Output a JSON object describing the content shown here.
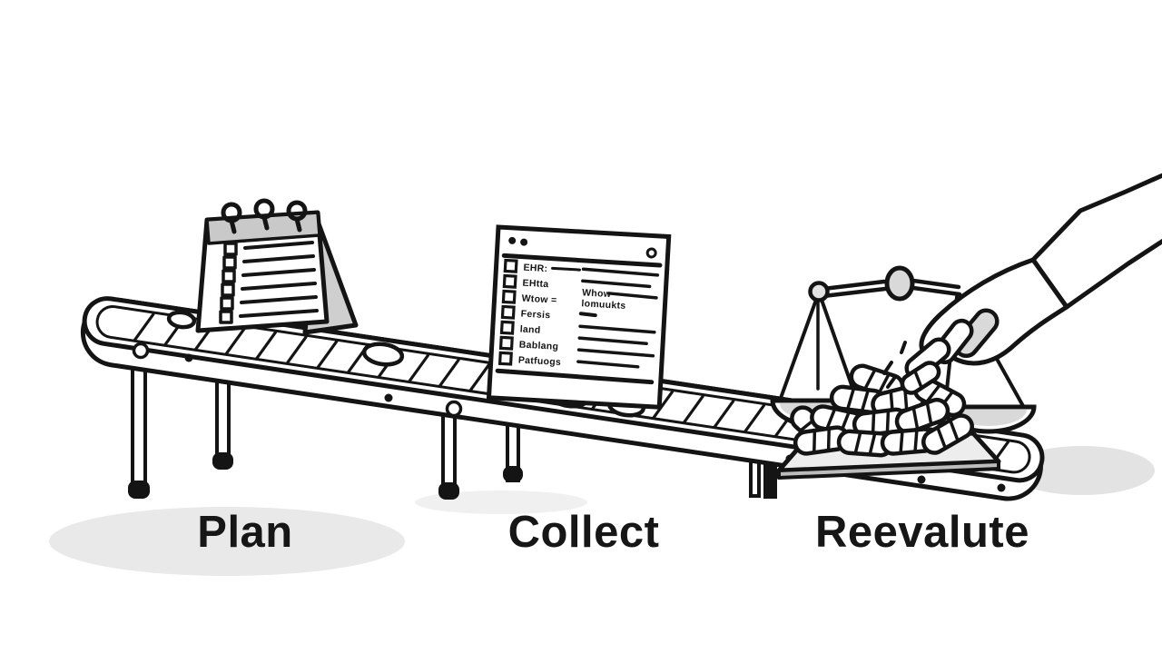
{
  "scene": {
    "description_colors": {
      "background": "#ffffff",
      "ink": "#141414",
      "shade_light": "#ececec",
      "shade_mid": "#d9d9d9",
      "shadow": "#e9e9e9",
      "label_text": "#161616"
    }
  },
  "stages": [
    {
      "label": "Plan"
    },
    {
      "label": "Collect"
    },
    {
      "label": "Reevalute"
    }
  ],
  "document_card": {
    "checklist": [
      "EHR:",
      "EHtta",
      "Wtow =",
      "Fersis",
      "land",
      "Bablang",
      "Patfuogs"
    ],
    "side_notes": [
      "Whow",
      "lomuukts"
    ]
  }
}
